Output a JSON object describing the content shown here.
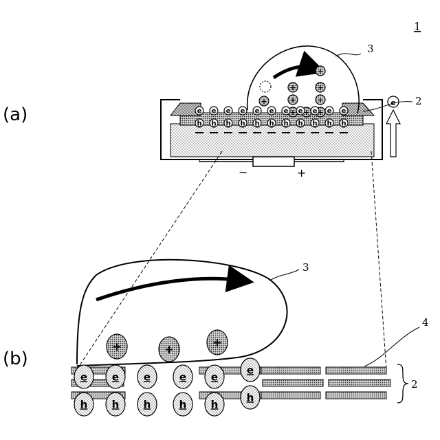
{
  "figure": {
    "figure_number": "1",
    "panel_a_label": "(a)",
    "panel_b_label": "(b)",
    "ref_liquid": "3",
    "ref_layer": "2",
    "ref_sheet": "4",
    "minus_sign": "−",
    "plus_sign": "+",
    "electron_symbol": "e",
    "hole_symbol": "h",
    "cation_symbol": "+",
    "electron_count_a": 11,
    "hole_count_a": 11,
    "cation_count_a": 9,
    "electron_count_b": 6,
    "hole_count_b": 6,
    "cation_count_b": 3
  }
}
